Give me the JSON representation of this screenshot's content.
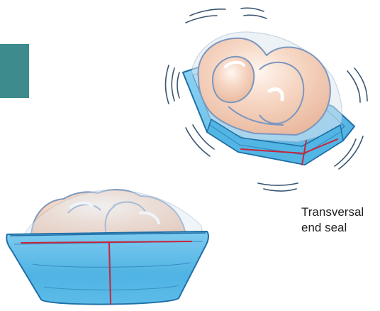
{
  "caption": {
    "line1": "Transversal",
    "line2": "end seal"
  },
  "colors": {
    "tab": "#3d8b8c",
    "tray_fill": "#4fb3e3",
    "tray_light": "#8fd3f3",
    "tray_outline": "#1f6fa6",
    "product_fill": "#f2cbb4",
    "product_highlight": "#fff5ee",
    "product_outline": "#7b97bf",
    "film": "#c7d8e6",
    "seal_line": "#c8243c",
    "motion_lines": "#3a556f",
    "text": "#1e1e1e"
  },
  "icons": {
    "tab": "teal-side-tab",
    "tray_top": "wrapped-chicken-tray-tilted",
    "tray_bottom": "wrapped-chicken-tray-front",
    "motion": "shake-lines"
  }
}
